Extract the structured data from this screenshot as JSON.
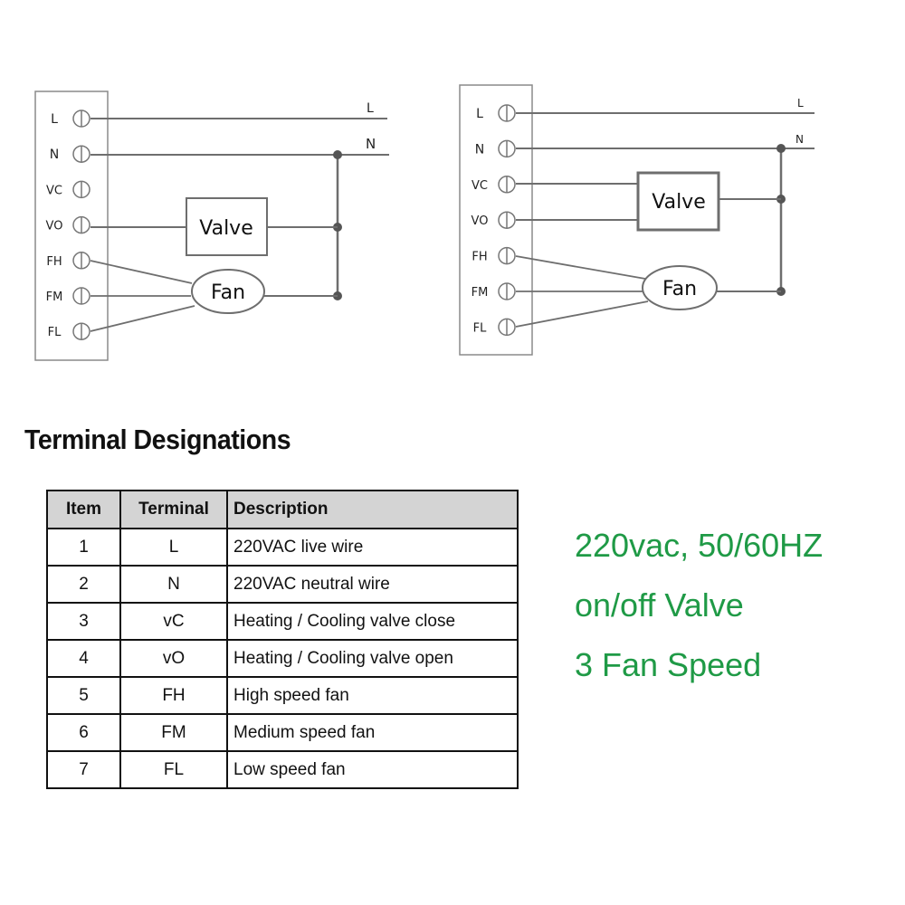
{
  "diagrams": [
    {
      "name": "wiring-diagram-left",
      "terminals": [
        "L",
        "N",
        "vC",
        "vO",
        "FH",
        "FM",
        "FL"
      ],
      "supply_labels": {
        "live": "L",
        "neutral": "N"
      },
      "valve_label": "Valve",
      "fan_label": "Fan",
      "valve_connections": [
        "vO"
      ]
    },
    {
      "name": "wiring-diagram-right",
      "terminals": [
        "L",
        "N",
        "vC",
        "vO",
        "FH",
        "FM",
        "FL"
      ],
      "supply_labels": {
        "live": "L",
        "neutral": "N"
      },
      "valve_label": "Valve",
      "fan_label": "Fan",
      "valve_connections": [
        "vC",
        "vO"
      ]
    }
  ],
  "section_title": "Terminal Designations",
  "table": {
    "headers": [
      "Item",
      "Terminal",
      "Description"
    ],
    "rows": [
      [
        "1",
        "L",
        "220VAC live wire"
      ],
      [
        "2",
        "N",
        "220VAC neutral wire"
      ],
      [
        "3",
        "vC",
        "Heating / Cooling valve close"
      ],
      [
        "4",
        "vO",
        "Heating / Cooling valve open"
      ],
      [
        "5",
        "FH",
        "High speed fan"
      ],
      [
        "6",
        "FM",
        "Medium speed fan"
      ],
      [
        "7",
        "FL",
        "Low speed fan"
      ]
    ]
  },
  "specs": [
    "220vac, 50/60HZ",
    "on/off Valve",
    "3 Fan Speed"
  ],
  "colors": {
    "wire": "#6e6e6e",
    "spec_text": "#1f9a46",
    "header_bg": "#d4d4d4"
  }
}
